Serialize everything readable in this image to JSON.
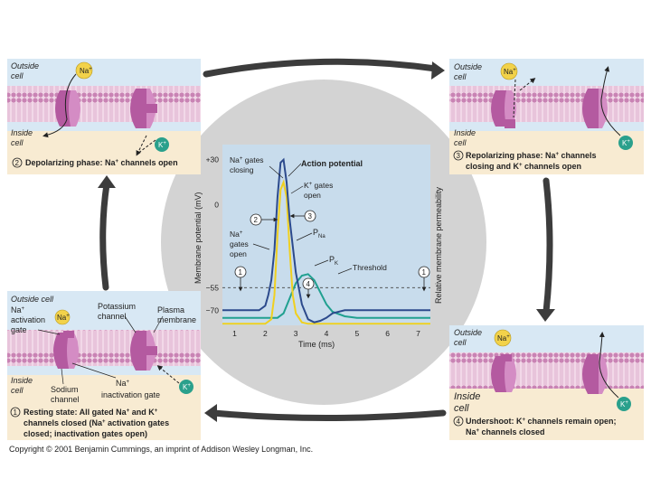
{
  "colors": {
    "membrane_pink": "#e7b3d3",
    "membrane_head": "#c983b4",
    "channel_magenta": "#b45aa0",
    "channel_light": "#d48cc4",
    "panel_bg": "#f8ebd2",
    "outside_bg": "#d8e8f4",
    "plot_bg": "#c8dcec",
    "circle_gray": "#d3d3d3",
    "arrow_dark": "#3c3c3c",
    "na_yellow": "#f2d24a",
    "k_teal": "#2aa08c",
    "action_blue": "#2c4a8c",
    "pna_yellow": "#f0d020",
    "pk_teal": "#20a090"
  },
  "icons": [
    "sodium-ion-icon",
    "potassium-ion-icon",
    "cycle-arrow-icon",
    "ion-flow-arrow-icon"
  ],
  "panel_depolarizing": {
    "outside": "Outside",
    "outside2": "cell",
    "inside": "Inside",
    "inside2": "cell",
    "na": "Na",
    "k": "K",
    "num": "2",
    "caption": "Depolarizing phase: Na",
    "caption2": " channels open"
  },
  "panel_repolarizing": {
    "outside": "Outside",
    "outside2": "cell",
    "inside": "Inside",
    "inside2": "cell",
    "na": "Na",
    "k": "K",
    "num": "3",
    "line1": "Repolarizing phase: Na",
    "line1b": " channels",
    "line2": "closing and K",
    "line2b": " channels open"
  },
  "panel_resting": {
    "outside": "Outside cell",
    "na_activation1": "Na",
    "na_activation2": "activation",
    "na_activation3": "gate",
    "potassium1": "Potassium",
    "potassium2": "channel",
    "plasma1": "Plasma",
    "plasma2": "membrane",
    "inside": "Inside",
    "inside2": "cell",
    "sodium1": "Sodium",
    "sodium2": "channel",
    "inact1": "Na",
    "inact2": "inactivation gate",
    "na": "Na",
    "k": "K",
    "num": "1",
    "line1": "Resting state: All gated Na",
    "line1b": " and K",
    "line2": "channels closed (Na",
    "line2b": " activation gates",
    "line3": "closed; inactivation gates open)"
  },
  "panel_undershoot": {
    "outside": "Outside",
    "outside2": "cell",
    "inside": "Inside",
    "inside2": "cell",
    "na": "Na",
    "k": "K",
    "num": "4",
    "line1": "Undershoot: K",
    "line1b": " channels remain open;",
    "line2": "Na",
    "line2b": " channels closed"
  },
  "sup_plus": "+",
  "chart_data": {
    "type": "line",
    "xlabel": "Time (ms)",
    "ylabel": "Membrane potential (mV)",
    "ylabel_right": "Relative membrane permeability",
    "x_ticks": [
      1,
      2,
      3,
      4,
      5,
      6,
      7
    ],
    "y_tick_labels": [
      "+30",
      "0",
      "−55",
      "−70"
    ],
    "y_tick_values": [
      30,
      0,
      -55,
      -70
    ],
    "xlim": [
      0.6,
      7.4
    ],
    "ylim": [
      -80,
      40
    ],
    "series": [
      {
        "name": "Action potential",
        "x": [
          0.6,
          1.0,
          1.8,
          2.0,
          2.1,
          2.2,
          2.3,
          2.4,
          2.5,
          2.6,
          2.7,
          2.8,
          3.0,
          3.2,
          3.4,
          3.6,
          3.8,
          4.0,
          4.2,
          4.6,
          5.0,
          6.0,
          7.0,
          7.4
        ],
        "y": [
          -70,
          -70,
          -70,
          -67,
          -60,
          -50,
          -30,
          5,
          28,
          30,
          15,
          -10,
          -45,
          -66,
          -76,
          -78,
          -77,
          -75,
          -72,
          -70,
          -70,
          -70,
          -70,
          -70
        ]
      },
      {
        "name": "P",
        "x": [
          0.6,
          1.0,
          2.0,
          2.2,
          2.3,
          2.4,
          2.5,
          2.6,
          2.7,
          2.8,
          2.9,
          3.0,
          3.2,
          3.4,
          7.4
        ],
        "y": [
          -79,
          -79,
          -79,
          -76,
          -60,
          -20,
          10,
          15,
          5,
          -30,
          -60,
          -72,
          -78,
          -79,
          -79
        ]
      },
      {
        "name": "P",
        "x": [
          0.6,
          1.0,
          2.4,
          2.6,
          2.8,
          3.0,
          3.2,
          3.4,
          3.6,
          3.8,
          4.0,
          4.2,
          4.6,
          5.0,
          7.4
        ],
        "y": [
          -75,
          -75,
          -75,
          -72,
          -62,
          -52,
          -47,
          -46,
          -50,
          -58,
          -66,
          -71,
          -74,
          -75,
          -75
        ]
      }
    ],
    "threshold": -55,
    "annotations": {
      "na_gates_closing1": "Na",
      "na_gates_closing2": " gates",
      "na_gates_closing3": "closing",
      "action_potential": "Action potential",
      "k_gates_open1": "K",
      "k_gates_open2": " gates",
      "k_gates_open3": "open",
      "pna": "P",
      "pna_sub": "Na",
      "pk": "P",
      "pk_sub": "K",
      "threshold": "Threshold",
      "na_gates_open1": "Na",
      "na_gates_open2": "gates",
      "na_gates_open3": "open",
      "marker1": "1",
      "marker2": "2",
      "marker3": "3",
      "marker4": "4"
    }
  },
  "copyright": "Copyright © 2001 Benjamin Cummings, an imprint of Addison Wesley Longman, Inc."
}
